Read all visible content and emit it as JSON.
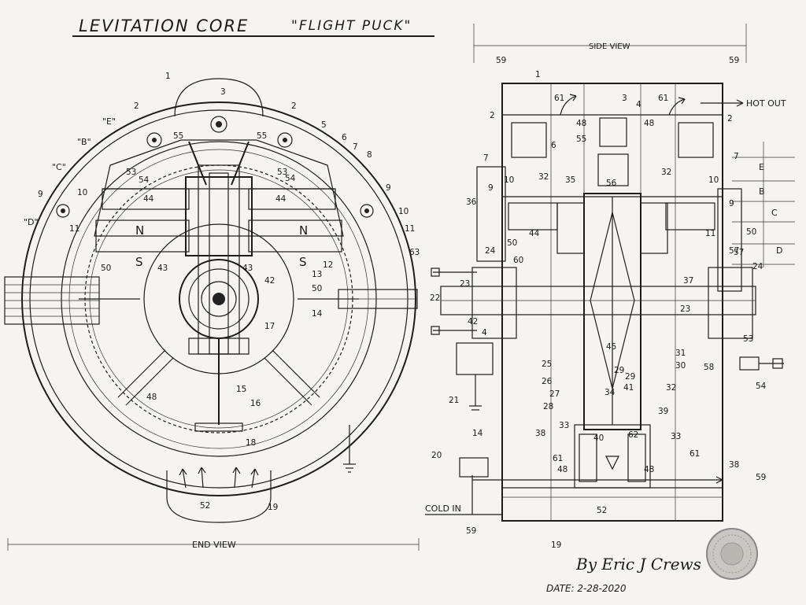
{
  "title": {
    "main": "LEVITATION CORE",
    "sub": "\"FLIGHT PUCK\""
  },
  "end_view": {
    "label": "END VIEW",
    "letters": [
      "\"B\"",
      "\"C\"",
      "\"D\"",
      "\"E\""
    ],
    "poles": [
      "N",
      "N",
      "S",
      "S"
    ],
    "callouts": [
      "1",
      "2",
      "3",
      "2",
      "5",
      "6",
      "7",
      "8",
      "9",
      "9",
      "10",
      "10",
      "11",
      "11",
      "12",
      "13",
      "14",
      "15",
      "16",
      "17",
      "18",
      "19",
      "43",
      "43",
      "42",
      "48",
      "50",
      "50",
      "52",
      "53",
      "53",
      "54",
      "54",
      "55",
      "55",
      "44",
      "44",
      "63"
    ]
  },
  "side_view": {
    "label": "SIDE VIEW",
    "hot_out": "HOT OUT",
    "cold_in": "COLD IN",
    "dims": [
      "E",
      "B",
      "C",
      "D"
    ],
    "callouts": [
      "59",
      "1",
      "59",
      "2",
      "61",
      "3",
      "4",
      "61",
      "2",
      "48",
      "55",
      "48",
      "6",
      "7",
      "10",
      "32",
      "35",
      "56",
      "32",
      "10",
      "7",
      "36",
      "9",
      "9",
      "50",
      "44",
      "11",
      "50",
      "57",
      "24",
      "60",
      "23",
      "37",
      "24",
      "22",
      "42",
      "23",
      "4",
      "25",
      "26",
      "27",
      "28",
      "29",
      "29",
      "31",
      "30",
      "58",
      "34",
      "41",
      "32",
      "39",
      "21",
      "14",
      "38",
      "33",
      "40",
      "62",
      "33",
      "20",
      "61",
      "48",
      "48",
      "61",
      "38",
      "59",
      "59",
      "52",
      "19",
      "53",
      "54",
      "45",
      "57"
    ]
  },
  "signature": "By Eric J Crews",
  "date": "DATE: 2-28-2020"
}
